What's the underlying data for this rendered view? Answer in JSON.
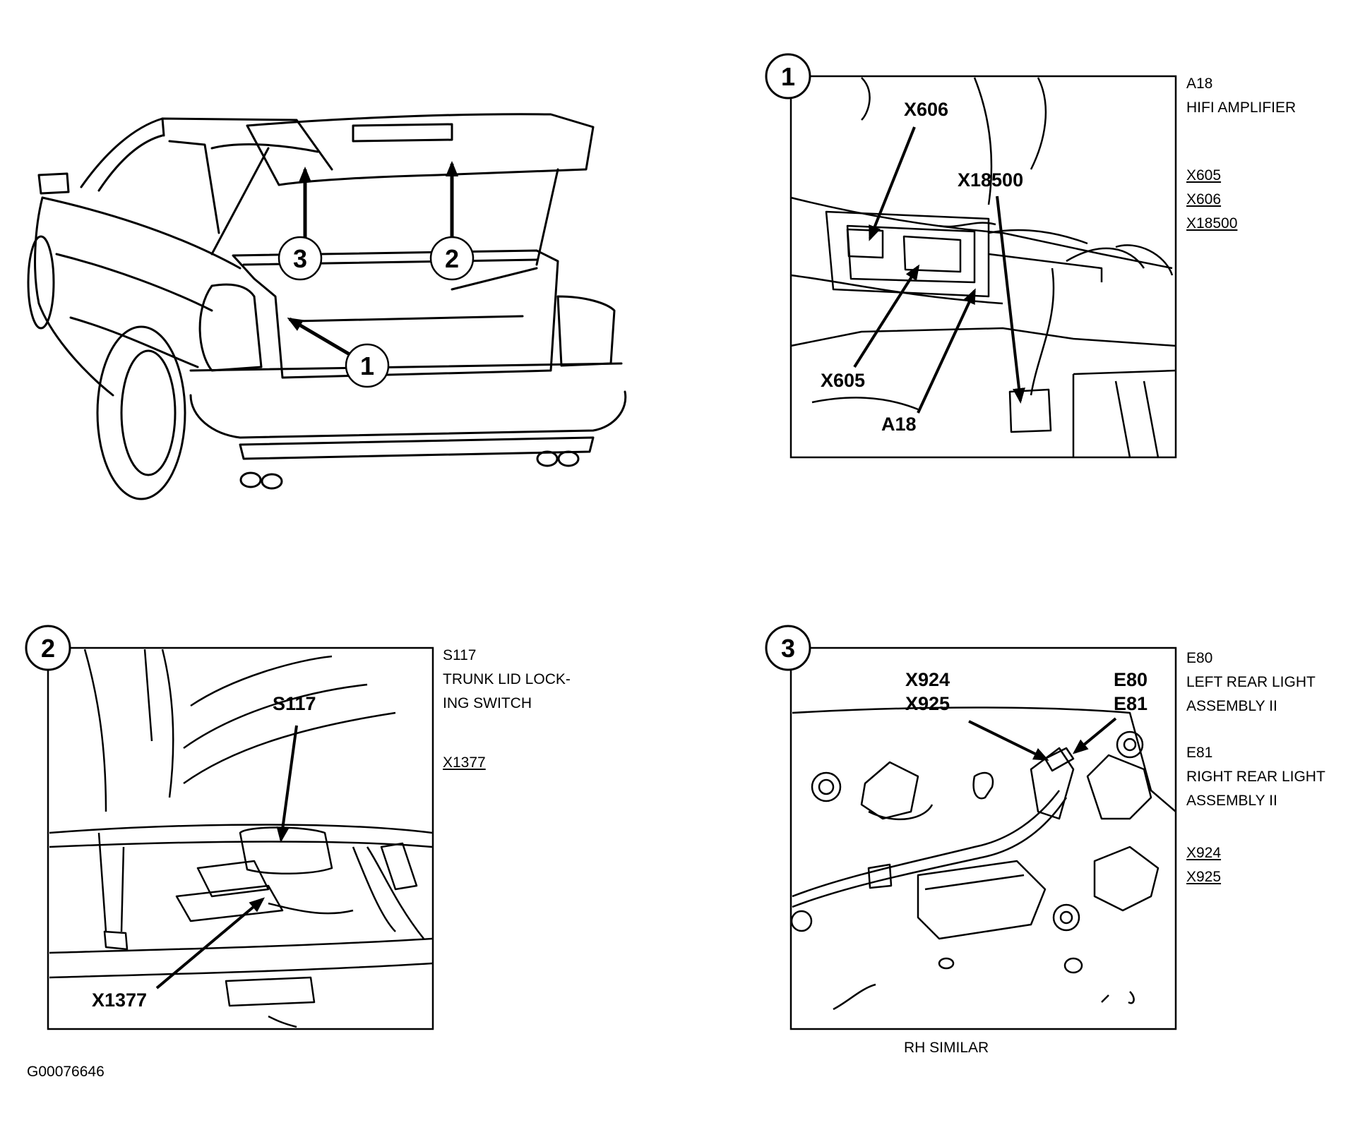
{
  "overview": {
    "callouts": [
      "1",
      "2",
      "3"
    ]
  },
  "panel1": {
    "number": "1",
    "labels": {
      "x606": "X606",
      "x18500": "X18500",
      "x605": "X605",
      "a18": "A18"
    },
    "side": {
      "code": "A18",
      "name": "HIFI AMPLIFIER",
      "connectors": [
        "X605",
        "X606",
        "X18500"
      ]
    }
  },
  "panel2": {
    "number": "2",
    "labels": {
      "s117": "S117",
      "x1377": "X1377"
    },
    "side": {
      "code": "S117",
      "name_line1": "TRUNK LID LOCK-",
      "name_line2": "ING SWITCH",
      "connectors": [
        "X1377"
      ]
    }
  },
  "panel3": {
    "number": "3",
    "labels": {
      "x924": "X924",
      "x925": "X925",
      "e80": "E80",
      "e81": "E81"
    },
    "caption": "RH SIMILAR",
    "side": {
      "e80_code": "E80",
      "e80_line1": "LEFT REAR LIGHT",
      "e80_line2": "ASSEMBLY II",
      "e81_code": "E81",
      "e81_line1": "RIGHT REAR LIGHT",
      "e81_line2": "ASSEMBLY II",
      "connectors": [
        "X924",
        "X925"
      ]
    }
  },
  "figure_id": "G00076646"
}
